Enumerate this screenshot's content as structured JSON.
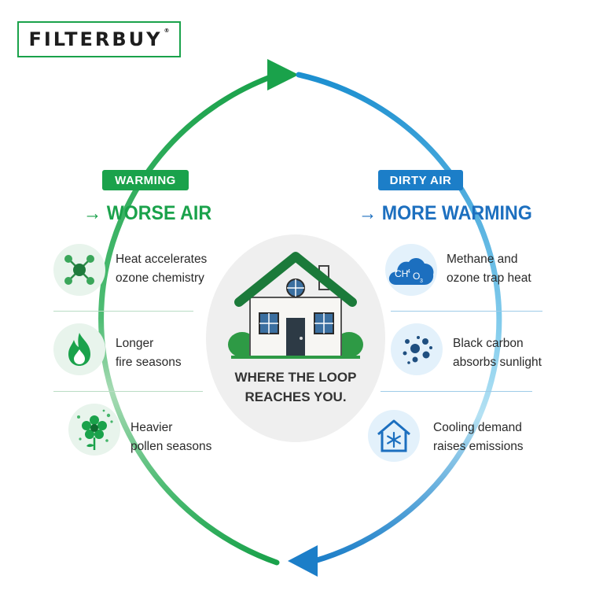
{
  "brand": {
    "name": "FILTERBUY",
    "mark": "®"
  },
  "left": {
    "badge": "WARMING",
    "heading": "→ WORSE AIR",
    "items": [
      {
        "icon": "molecule-icon",
        "lines": [
          "Heat accelerates",
          "ozone chemistry"
        ]
      },
      {
        "icon": "fire-icon",
        "lines": [
          "Longer",
          "fire seasons"
        ]
      },
      {
        "icon": "flower-pollen-icon",
        "lines": [
          "Heavier",
          "pollen seasons"
        ]
      }
    ]
  },
  "right": {
    "badge": "DIRTY AIR",
    "heading": "→ MORE WARMING",
    "items": [
      {
        "icon": "methane-ozone-cloud-icon",
        "cloud_text": [
          "CH",
          "4",
          "O",
          "3"
        ],
        "lines": [
          "Methane and",
          "ozone trap heat"
        ]
      },
      {
        "icon": "black-carbon-icon",
        "lines": [
          "Black carbon",
          "absorbs sunlight"
        ]
      },
      {
        "icon": "snowflake-house-icon",
        "lines": [
          "Cooling demand",
          "raises emissions"
        ]
      }
    ]
  },
  "center": {
    "lines": [
      "WHERE THE LOOP",
      "REACHES YOU."
    ]
  },
  "colors": {
    "green": "#1aa24b",
    "blue": "#1c7ec8",
    "light_green": "#a8dbb5",
    "light_blue": "#a9dcf0"
  }
}
